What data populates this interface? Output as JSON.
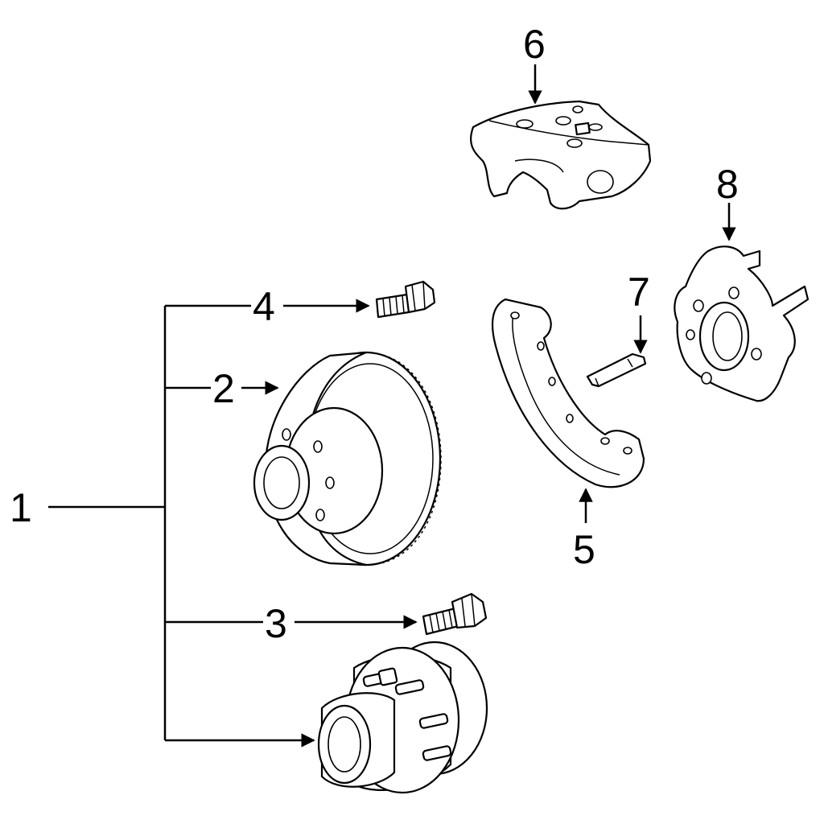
{
  "diagram": {
    "colors": {
      "ink": "#000000",
      "paper": "#ffffff"
    },
    "callouts": [
      {
        "id": "1",
        "label": "1"
      },
      {
        "id": "2",
        "label": "2"
      },
      {
        "id": "3",
        "label": "3"
      },
      {
        "id": "4",
        "label": "4"
      },
      {
        "id": "5",
        "label": "5"
      },
      {
        "id": "6",
        "label": "6"
      },
      {
        "id": "7",
        "label": "7"
      },
      {
        "id": "8",
        "label": "8"
      }
    ]
  }
}
